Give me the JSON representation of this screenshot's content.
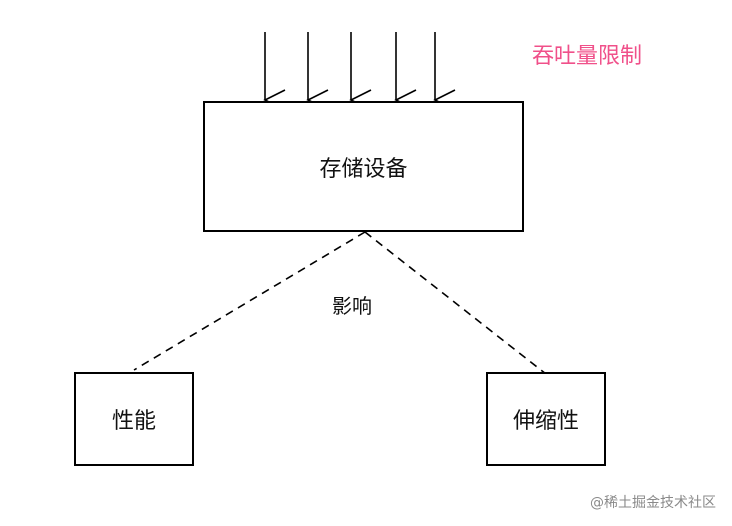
{
  "storage_device": "存储设备",
  "throughput_limit": "吞吐量限制",
  "influence": "影响",
  "performance": "性能",
  "scalability": "伸缩性",
  "watermark": "@稀土掘金技术社区",
  "colors": {
    "annotation": "#f0508a",
    "stroke": "#000000",
    "watermark": "#8a8a8a"
  }
}
